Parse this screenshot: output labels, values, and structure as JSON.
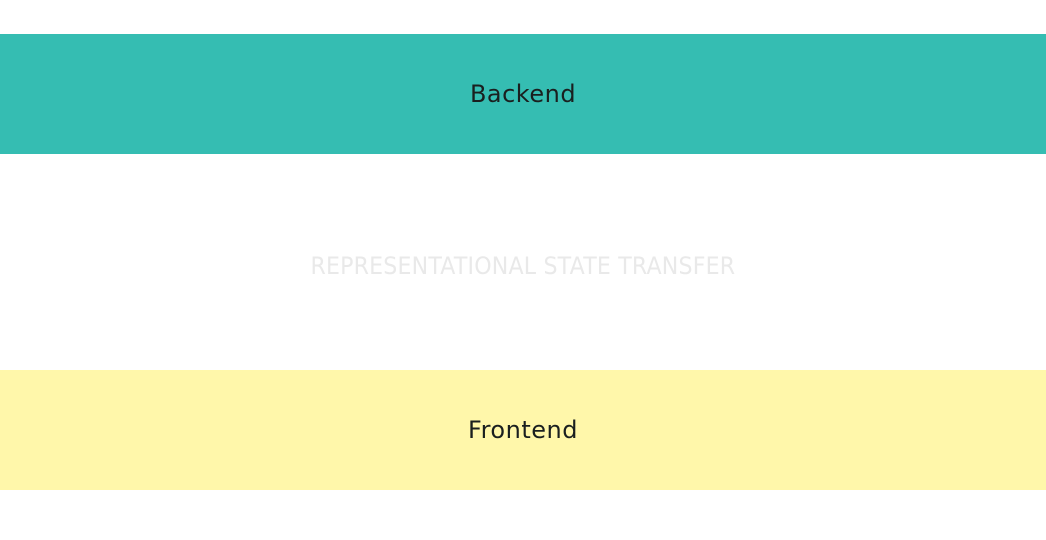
{
  "diagram": {
    "backend": {
      "label": "Backend",
      "color": "#35bdb2"
    },
    "connector": {
      "label": "REPRESENTATIONAL STATE TRANSFER",
      "color": "#e9e9e9"
    },
    "frontend": {
      "label": "Frontend",
      "color": "#fff7aa"
    }
  }
}
